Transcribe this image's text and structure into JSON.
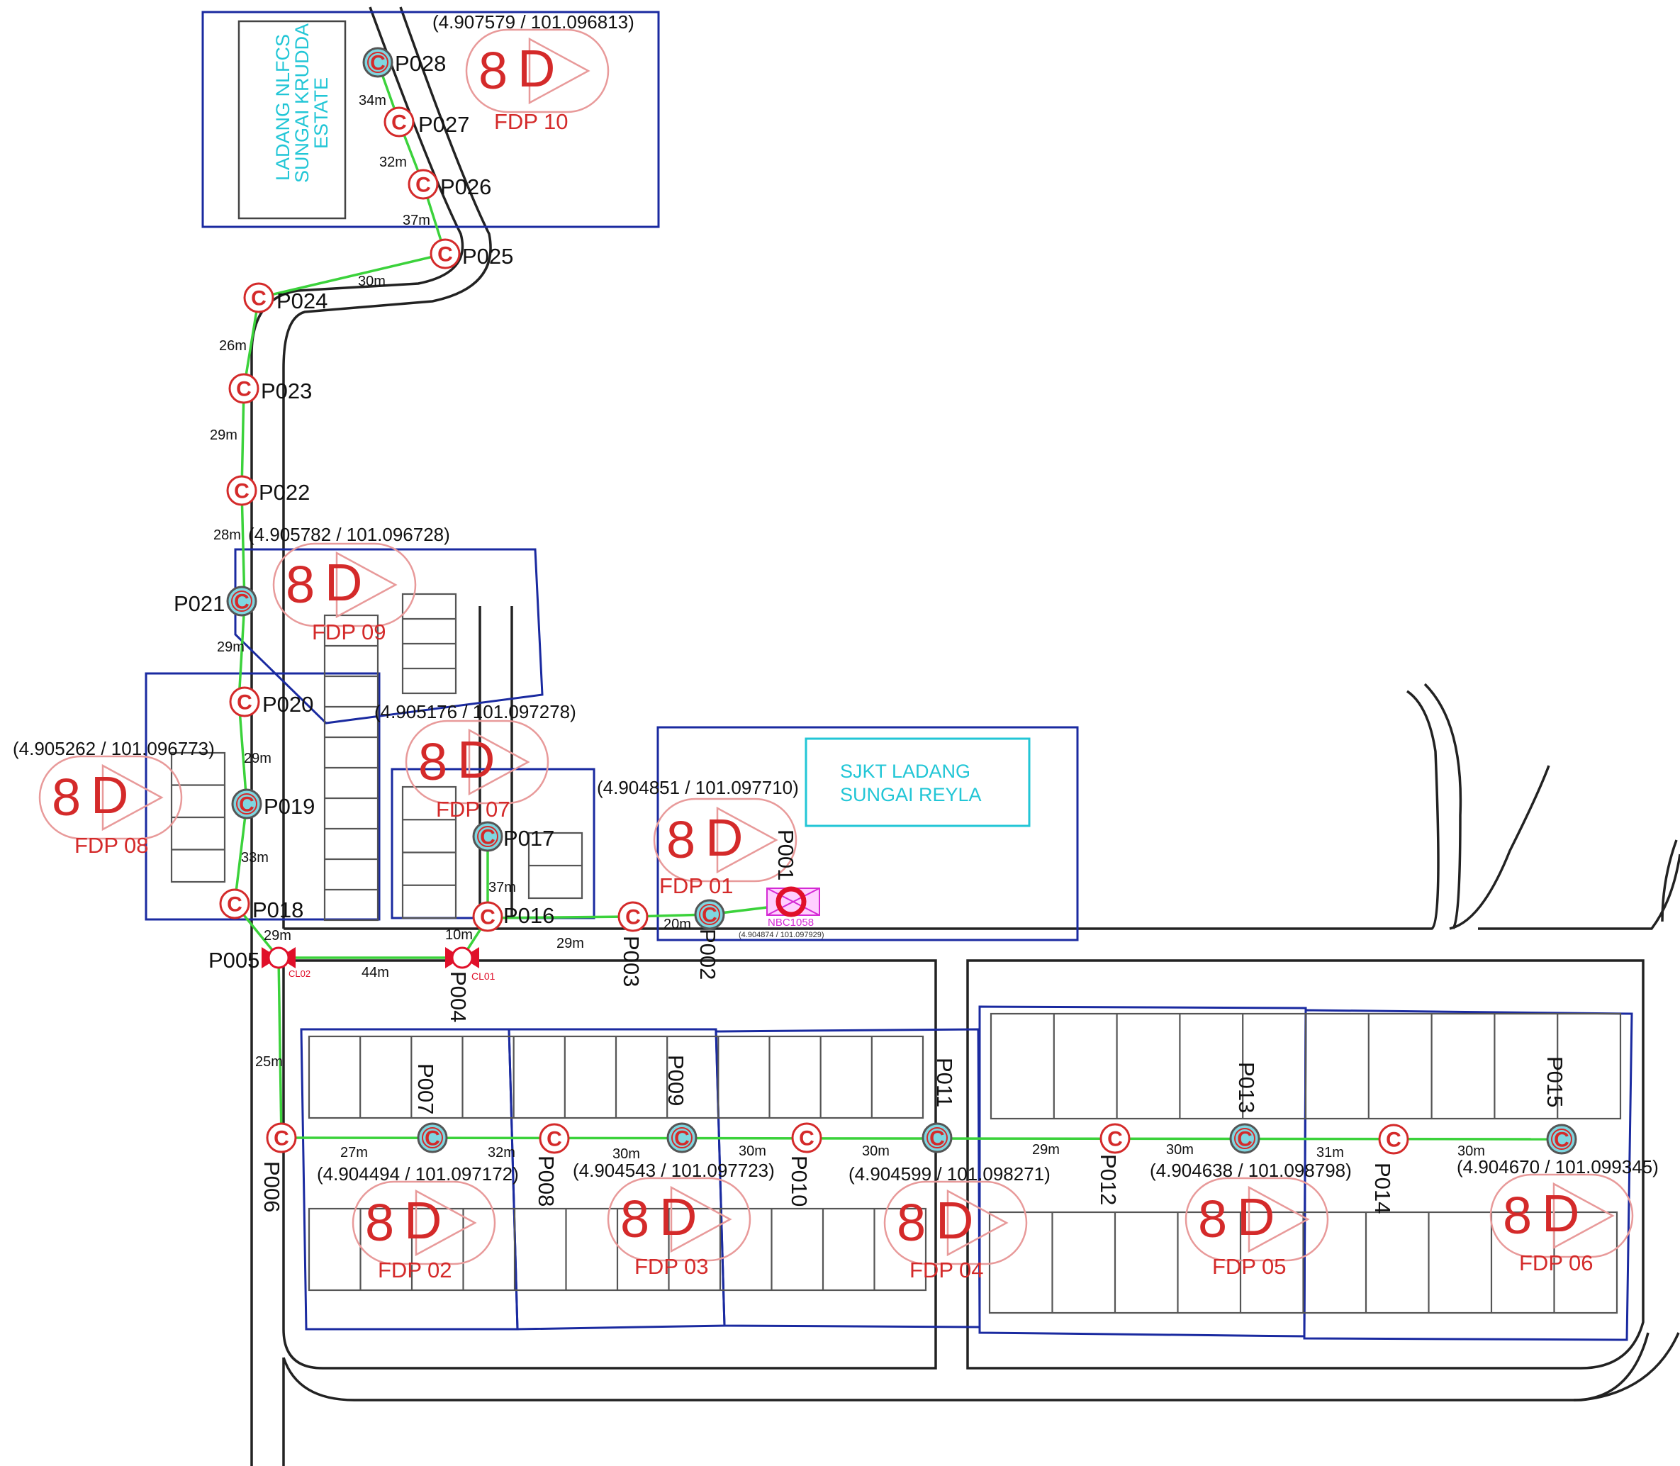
{
  "areas": {
    "estate_name": [
      "LADANG NLFCS",
      "SUNGAI KRUDDA",
      "ESTATE"
    ],
    "school_name": [
      "SJKT LADANG",
      "SUNGAI REYLA"
    ]
  },
  "fdps": [
    {
      "id": "FDP 01",
      "capacity": "8",
      "type": "D",
      "coord": "(4.904851 / 101.097710)"
    },
    {
      "id": "FDP 02",
      "capacity": "8",
      "type": "D",
      "coord": "(4.904494 / 101.097172)"
    },
    {
      "id": "FDP 03",
      "capacity": "8",
      "type": "D",
      "coord": "(4.904543 / 101.097723)"
    },
    {
      "id": "FDP 04",
      "capacity": "8",
      "type": "D",
      "coord": "(4.904599 / 101.098271)"
    },
    {
      "id": "FDP 05",
      "capacity": "8",
      "type": "D",
      "coord": "(4.904638 / 101.098798)"
    },
    {
      "id": "FDP 06",
      "capacity": "8",
      "type": "D",
      "coord": "(4.904670 / 101.099345)"
    },
    {
      "id": "FDP 07",
      "capacity": "8",
      "type": "D",
      "coord": "(4.905176 / 101.097278)"
    },
    {
      "id": "FDP 08",
      "capacity": "8",
      "type": "D",
      "coord": "(4.905262 / 101.096773)"
    },
    {
      "id": "FDP 09",
      "capacity": "8",
      "type": "D",
      "coord": "(4.905782 / 101.096728)"
    },
    {
      "id": "FDP 10",
      "capacity": "8",
      "type": "D",
      "coord": "(4.907579 / 101.096813)"
    }
  ],
  "poles": [
    {
      "id": "P001",
      "symbol": ""
    },
    {
      "id": "P002",
      "symbol": "C"
    },
    {
      "id": "P003",
      "symbol": "C"
    },
    {
      "id": "P004",
      "symbol": ""
    },
    {
      "id": "P005",
      "symbol": ""
    },
    {
      "id": "P006",
      "symbol": "C"
    },
    {
      "id": "P007",
      "symbol": "C"
    },
    {
      "id": "P008",
      "symbol": "C"
    },
    {
      "id": "P009",
      "symbol": "C"
    },
    {
      "id": "P010",
      "symbol": "C"
    },
    {
      "id": "P011",
      "symbol": "C"
    },
    {
      "id": "P012",
      "symbol": "C"
    },
    {
      "id": "P013",
      "symbol": "C"
    },
    {
      "id": "P014",
      "symbol": "C"
    },
    {
      "id": "P015",
      "symbol": "C"
    },
    {
      "id": "P016",
      "symbol": "C"
    },
    {
      "id": "P017",
      "symbol": "C"
    },
    {
      "id": "P018",
      "symbol": "C"
    },
    {
      "id": "P019",
      "symbol": "C"
    },
    {
      "id": "P020",
      "symbol": "C"
    },
    {
      "id": "P021",
      "symbol": "C"
    },
    {
      "id": "P022",
      "symbol": "C"
    },
    {
      "id": "P023",
      "symbol": "C"
    },
    {
      "id": "P024",
      "symbol": "C"
    },
    {
      "id": "P025",
      "symbol": "C"
    },
    {
      "id": "P026",
      "symbol": "C"
    },
    {
      "id": "P027",
      "symbol": "C"
    },
    {
      "id": "P028",
      "symbol": "C"
    }
  ],
  "closures": [
    "CL01",
    "CL02"
  ],
  "nbc": {
    "id": "NBC1058",
    "coord": "(4.904874 / 101.097929)"
  },
  "distances": [
    "34m",
    "32m",
    "37m",
    "30m",
    "26m",
    "29m",
    "28m",
    "29m",
    "29m",
    "33m",
    "29m",
    "37m",
    "10m",
    "44m",
    "29m",
    "20m",
    "25m",
    "27m",
    "32m",
    "30m",
    "30m",
    "30m",
    "29m",
    "30m",
    "31m",
    "30m"
  ]
}
